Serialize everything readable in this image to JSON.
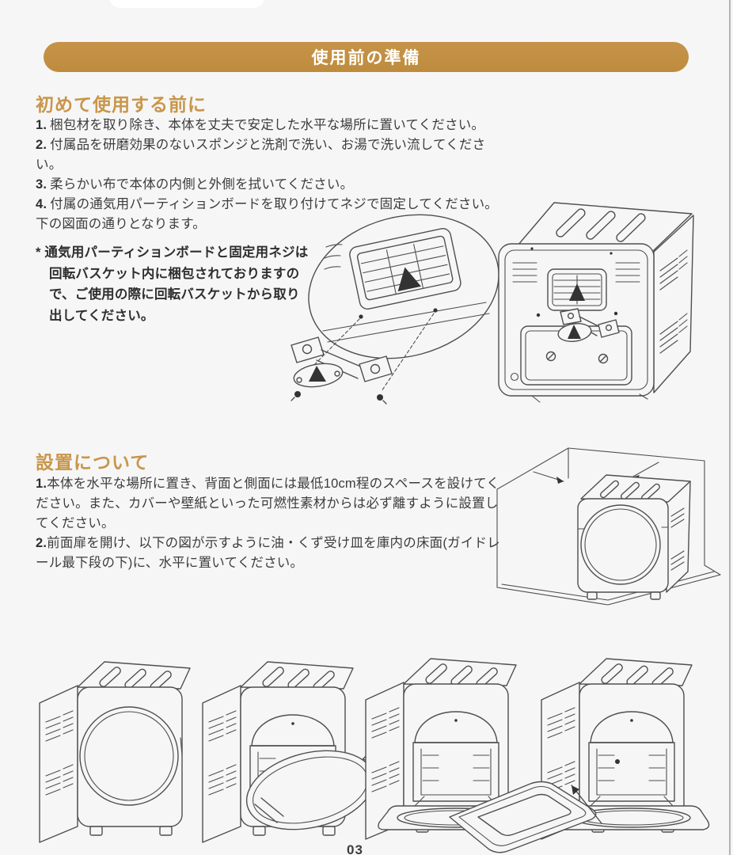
{
  "header": {
    "title": "使用前の準備"
  },
  "sections": {
    "first_use": {
      "heading": "初めて使用する前に",
      "steps": [
        {
          "num": "1.",
          "text": "梱包材を取り除き、本体を丈夫で安定した水平な場所に置いてください。"
        },
        {
          "num": "2.",
          "text": "付属品を研磨効果のないスポンジと洗剤で洗い、お湯で洗い流してください。"
        },
        {
          "num": "3.",
          "text": "柔らかい布で本体の内側と外側を拭いてください。"
        },
        {
          "num": "4.",
          "text": "付属の通気用パーティションボードを取り付けてネジで固定してください。"
        }
      ],
      "steps_suffix": "下の図面の通りとなります。",
      "note_marker": "*",
      "note": "通気用パーティションボードと固定用ネジは回転バスケット内に梱包されておりますので、ご使用の際に回転バスケットから取り出してください。"
    },
    "installation": {
      "heading": "設置について",
      "steps": [
        {
          "num": "1.",
          "text": "本体を水平な場所に置き、背面と側面には最低10cm程のスペースを設けてください。また、カバーや壁紙といった可燃性素材からは必ず離すように設置してください。"
        },
        {
          "num": "2.",
          "text": "前面扉を開け、以下の図が示すように油・くず受け皿を庫内の床面(ガイドレール最下段の下)に、水平に置いてください。"
        }
      ]
    }
  },
  "footer": {
    "page_number": "03"
  },
  "icons": {
    "warning_triangle": "▲"
  },
  "colors": {
    "accent_gold": "#C28F42",
    "heading_gold": "#C8964A",
    "text_dark": "#3C3C3C",
    "line_art": "#4F4F4F",
    "background": "#F6F6F7"
  }
}
